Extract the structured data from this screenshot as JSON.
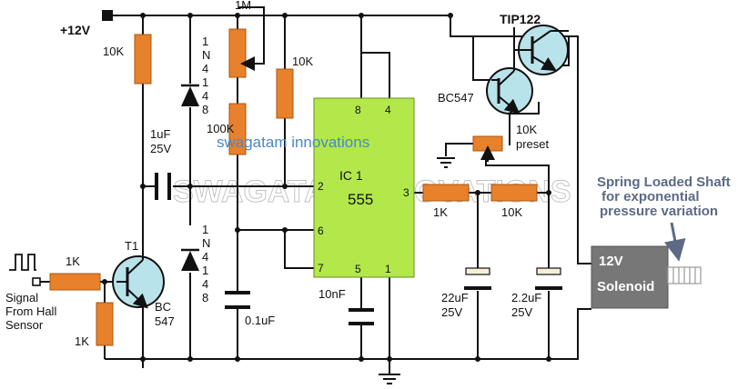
{
  "supply_label": "+12V",
  "watermark_text": "swagatam innovations",
  "watermark_big": "SWAGATAM INNOVATIONS",
  "ic": {
    "name": "IC 1",
    "type": "555",
    "pins": [
      "8",
      "4",
      "2",
      "6",
      "7",
      "5",
      "1",
      "3"
    ]
  },
  "resistors": {
    "r_top": "10K",
    "pot_top": "1M",
    "r_100k": "100K",
    "r_10k_mid": "10K",
    "r_1k_out": "1K",
    "r_10k_out": "10K",
    "r_1k_in": "1K",
    "r_1k_base": "1K",
    "preset": "10K",
    "preset_word": "preset"
  },
  "capacitors": {
    "c1_value": "1uF",
    "c1_volt": "25V",
    "c_01": "0.1uF",
    "c_10n": "10nF",
    "c_22u": "22uF",
    "c_22u_v": "25V",
    "c_2u2": "2.2uF",
    "c_2u2_v": "25V"
  },
  "diode_text": [
    "1",
    "N",
    "4",
    "1",
    "4",
    "8"
  ],
  "transistors": {
    "t1_ref": "T1",
    "t1_part": "BC",
    "t1_num": "547",
    "q_driver": "BC547",
    "q_power": "TIP122"
  },
  "input_label": [
    "Signal",
    "From Hall",
    "Sensor"
  ],
  "solenoid": {
    "line1": "12V",
    "line2": "Solenoid"
  },
  "annotation": [
    "Spring Loaded Shaft",
    "for exponential",
    "pressure variation"
  ],
  "colors": {
    "resistor": "#e8812b",
    "ic_body": "#b2e84a",
    "transistor": "#b9e3ea",
    "solenoid": "#777777",
    "wire": "#111111",
    "watermark": "#4a86c8",
    "note": "#5c6a86"
  }
}
